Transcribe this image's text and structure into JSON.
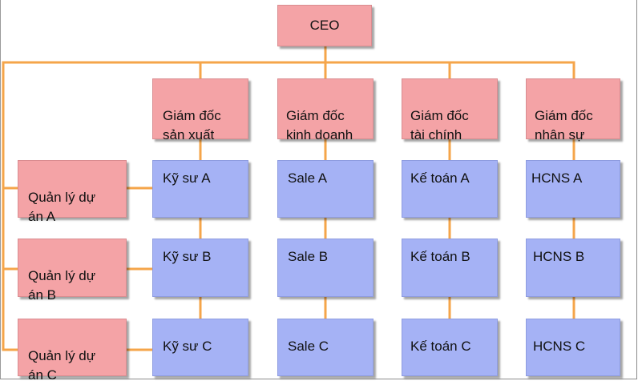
{
  "ceo": {
    "label": "CEO"
  },
  "directors": [
    {
      "label": "Giám đốc\nsản xuất"
    },
    {
      "label": "Giám đốc\nkinh doanh"
    },
    {
      "label": "Giám đốc\ntài chính"
    },
    {
      "label": "Giám đốc\nnhân sự"
    }
  ],
  "managers": [
    {
      "label": "Quản lý dự\nán A"
    },
    {
      "label": "Quản lý dự\nán B"
    },
    {
      "label": "Quản lý dự\nán C"
    }
  ],
  "staff": {
    "production": [
      "Kỹ sư A",
      "Kỹ sư B",
      "Kỹ sư C"
    ],
    "sales": [
      "Sale A",
      "Sale B",
      "Sale C"
    ],
    "finance": [
      "Kế toán A",
      "Kế toán B",
      "Kế toán C"
    ],
    "hr": [
      "HCNS A",
      "HCNS B",
      "HCNS C"
    ]
  },
  "colors": {
    "executive": "#f4a3a6",
    "staff": "#a5b2f5",
    "connector": "#f5a54a"
  }
}
